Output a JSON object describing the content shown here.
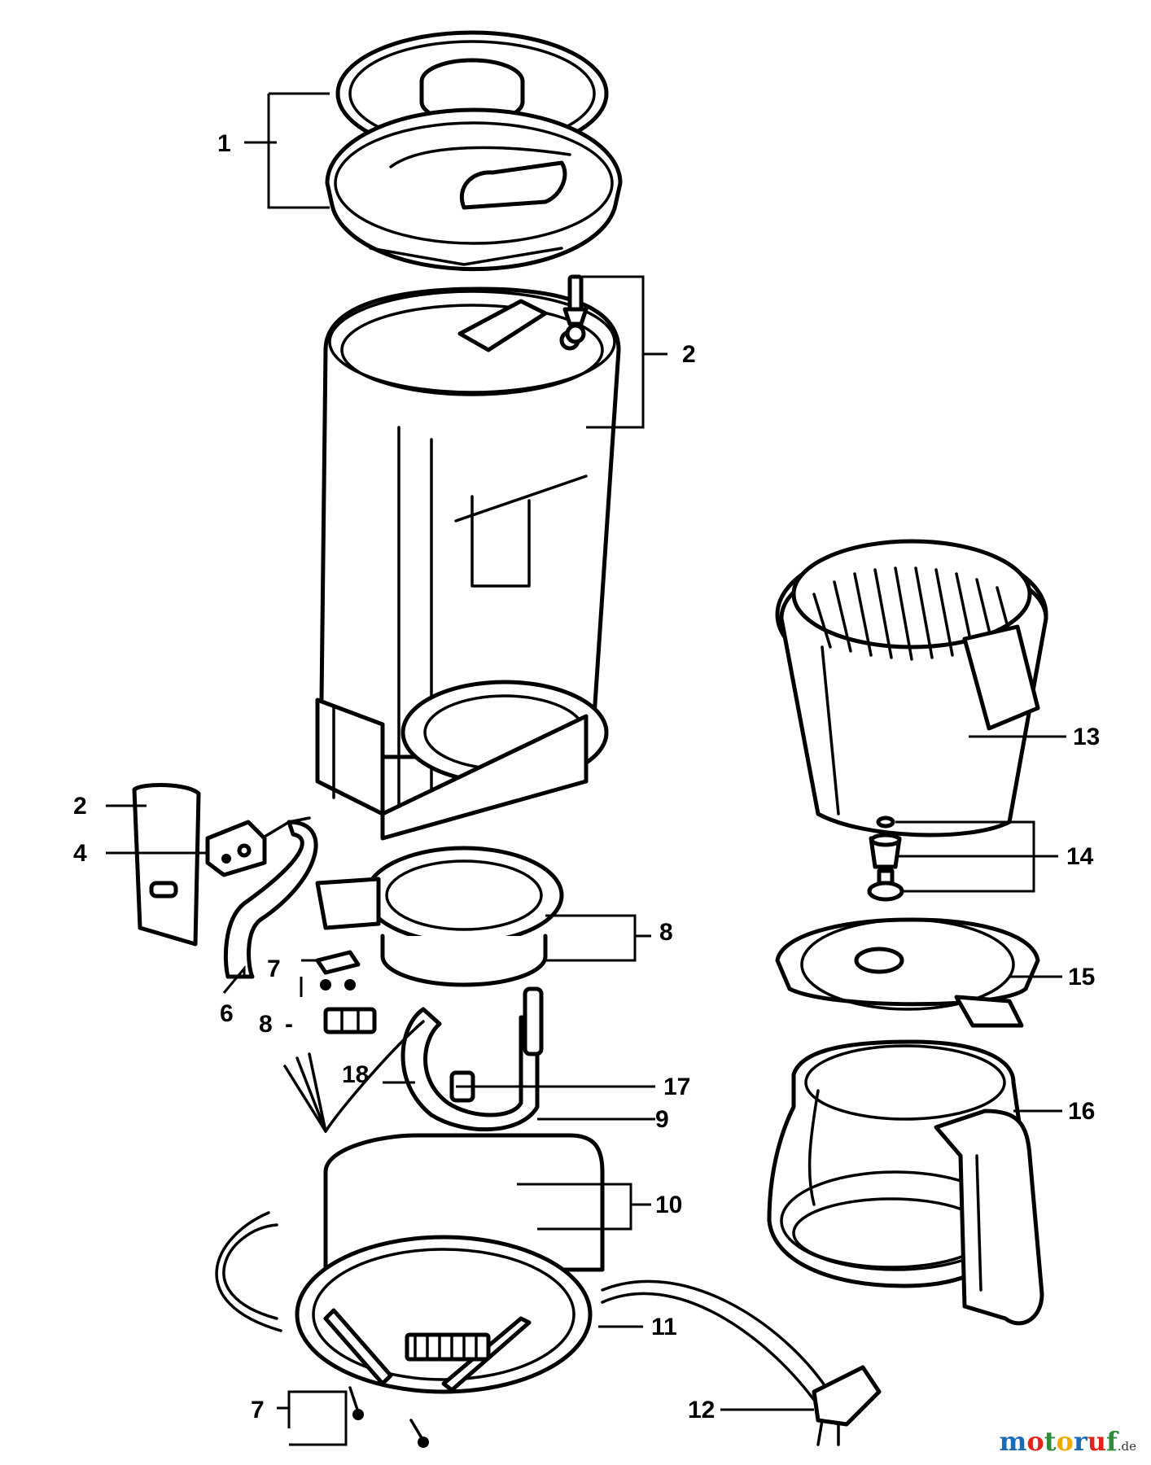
{
  "callouts": {
    "c1": "1",
    "c2_top": "2",
    "c2_left": "2",
    "c4": "4",
    "c6": "6",
    "c7_mid": "7",
    "c7_bottom": "7",
    "c8_ring": "8",
    "c8_small": "8",
    "c8_dash": "-",
    "c9": "9",
    "c10": "10",
    "c11": "11",
    "c12": "12",
    "c13": "13",
    "c14": "14",
    "c15": "15",
    "c16": "16",
    "c17": "17",
    "c18": "18"
  },
  "watermark": {
    "letters": [
      "m",
      "o",
      "t",
      "o",
      "r",
      "u",
      "f"
    ],
    "colors": [
      "#1a6bb5",
      "#e2231a",
      "#2e8b3a",
      "#f2a900",
      "#1a6bb5",
      "#e2231a",
      "#2e8b3a"
    ],
    "suffix": ".de"
  }
}
